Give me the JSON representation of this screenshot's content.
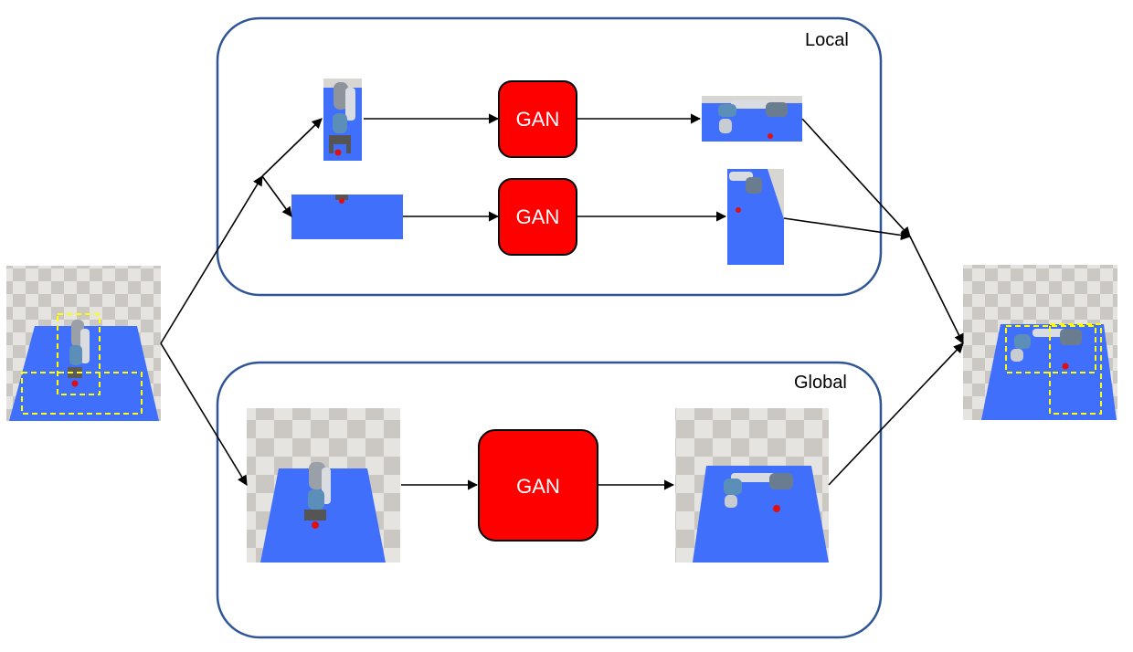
{
  "panels": {
    "local": {
      "label": "Local"
    },
    "global": {
      "label": "Global"
    }
  },
  "gan_blocks": [
    {
      "label": "GAN"
    },
    {
      "label": "GAN"
    },
    {
      "label": "GAN"
    }
  ],
  "colors": {
    "panel_border": "#2f5597",
    "gan_fill": "#ff0000",
    "table_blue": "#3f6ffb",
    "floor_light": "#e6e4e1",
    "floor_dark": "#c9c6c1",
    "target_dot": "#e01010",
    "crop_box": "#ffff00",
    "arrow": "#000000"
  },
  "icons": {
    "input_scene": "robot-arm-scene-icon",
    "output_scene": "robot-arm-scene-icon"
  }
}
